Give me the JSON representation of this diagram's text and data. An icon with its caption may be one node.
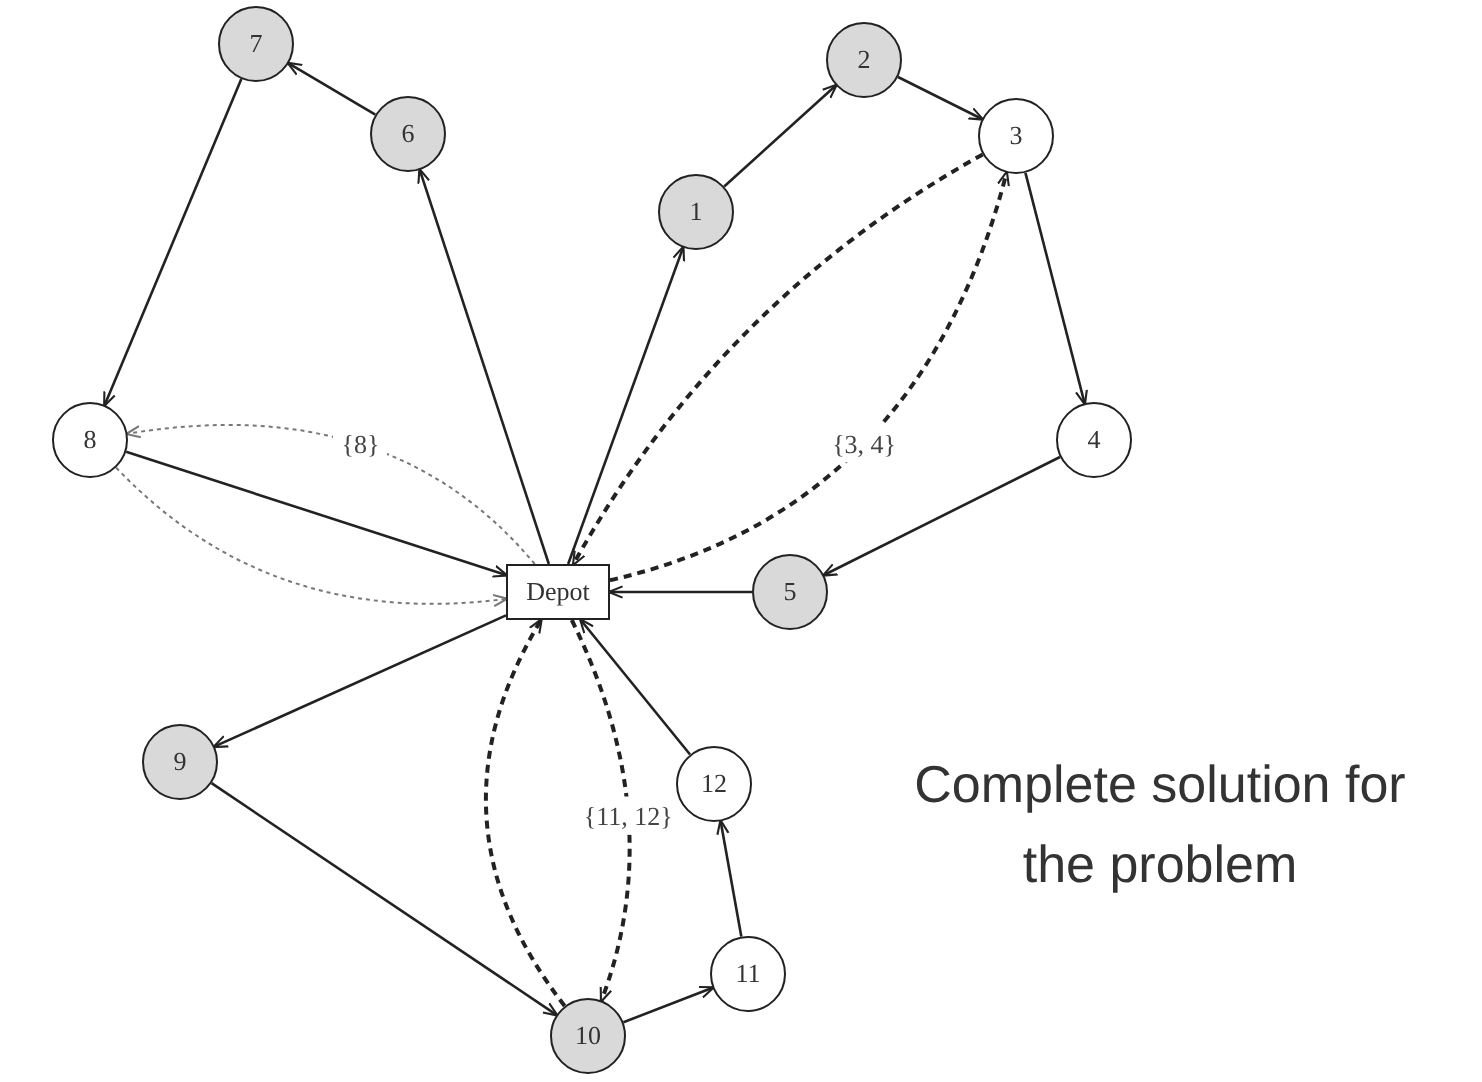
{
  "diagram": {
    "caption": "Complete solution for the problem",
    "nodes": [
      {
        "text": [
          "1"
        ]
      },
      {
        "text": [
          "2"
        ]
      },
      {
        "text": [
          "3"
        ]
      },
      {
        "text": [
          "4"
        ]
      },
      {
        "text": [
          "5"
        ]
      },
      {
        "text": [
          "6"
        ]
      },
      {
        "text": [
          "7"
        ]
      },
      {
        "text": [
          "8"
        ]
      },
      {
        "text": [
          "9"
        ]
      },
      {
        "text": [
          "10"
        ]
      },
      {
        "text": [
          "11"
        ]
      },
      {
        "text": [
          "12"
        ]
      },
      {
        "text": [
          "Depot"
        ]
      }
    ],
    "edges": [
      {
        "from": 12,
        "to": 0,
        "arrow": "to"
      },
      {
        "from": 0,
        "to": 1,
        "arrow": "to"
      },
      {
        "from": 1,
        "to": 2,
        "arrow": "to"
      },
      {
        "from": 2,
        "to": 3,
        "arrow": "to"
      },
      {
        "from": 3,
        "to": 4,
        "arrow": "to"
      },
      {
        "from": 4,
        "to": 12,
        "arrow": "to"
      },
      {
        "from": 12,
        "to": 5,
        "arrow": "to"
      },
      {
        "from": 5,
        "to": 6,
        "arrow": "to"
      },
      {
        "from": 6,
        "to": 7,
        "arrow": "to"
      },
      {
        "from": 7,
        "to": 12,
        "arrow": "to"
      },
      {
        "from": 12,
        "to": 8,
        "arrow": "to"
      },
      {
        "from": 8,
        "to": 9,
        "arrow": "to"
      },
      {
        "from": 9,
        "to": 10,
        "arrow": "to"
      },
      {
        "from": 10,
        "to": 11,
        "arrow": "to"
      },
      {
        "from": 11,
        "to": 12,
        "arrow": "to"
      },
      {
        "from": 2,
        "to": 12,
        "arrow": "to",
        "style": "dashed"
      },
      {
        "from": 12,
        "to": 2,
        "arrow": "to",
        "style": "dashed",
        "label": "{3, 4}"
      },
      {
        "from": 12,
        "to": 7,
        "arrow": "to",
        "style": "dashed",
        "color": "#777777",
        "label": "{8}"
      },
      {
        "from": 7,
        "to": 12,
        "arrow": "to",
        "style": "dashed",
        "color": "#777777"
      },
      {
        "from": 9,
        "to": 12,
        "arrow": "to",
        "style": "dashed"
      },
      {
        "from": 12,
        "to": 9,
        "arrow": "to",
        "style": "dashed",
        "label": "{11, 12}"
      }
    ]
  }
}
